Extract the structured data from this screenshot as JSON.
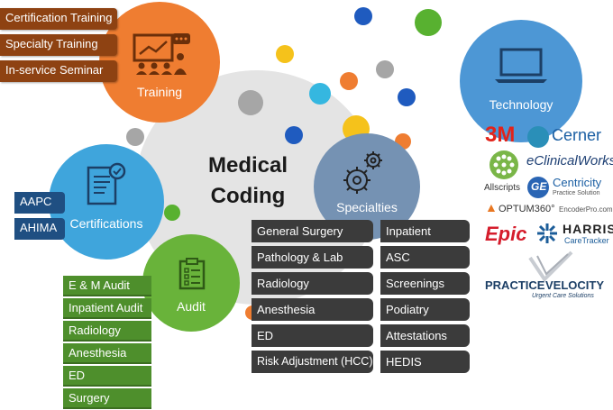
{
  "center": {
    "line1": "Medical",
    "line2": "Coding"
  },
  "training": {
    "label": "Training",
    "items": [
      "Certification Training",
      "Specialty Training",
      "In-service Seminar"
    ]
  },
  "certifications": {
    "label": "Certifications",
    "items": [
      "AAPC",
      "AHIMA"
    ]
  },
  "audit": {
    "label": "Audit",
    "items": [
      "E & M Audit",
      "Inpatient Audit",
      "Radiology",
      "Anesthesia",
      "ED",
      "Surgery"
    ]
  },
  "specialties": {
    "label": "Specialties",
    "col1": [
      "General Surgery",
      "Pathology & Lab",
      "Radiology",
      "Anesthesia",
      "ED",
      "Risk Adjustment (HCC)"
    ],
    "col2": [
      "Inpatient",
      "ASC",
      "Screenings",
      "Podiatry",
      "Attestations",
      "HEDIS"
    ]
  },
  "technology": {
    "label": "Technology",
    "logos": {
      "threem": "3M",
      "cerner": "Cerner",
      "eclinical": "eClinicalWorks",
      "allscripts": "Allscripts",
      "centricity": "Centricity",
      "centricity_sub": "Practice Solution",
      "optum": "OPTUM360°",
      "encoder": "EncoderPro.com",
      "epic": "Epic",
      "harris": "HARRIS",
      "harris_sub": "CareTracker",
      "practice": "PRACTICE",
      "velocity": "VELOCITY",
      "velocity_sub": "Urgent Care Solutions"
    }
  },
  "colors": {
    "orange": "#ef7d31",
    "blue": "#3fa5dc",
    "green": "#69b33a",
    "steel": "#7592b3",
    "techblue": "#4d97d5",
    "gray": "#e3e3e3"
  }
}
